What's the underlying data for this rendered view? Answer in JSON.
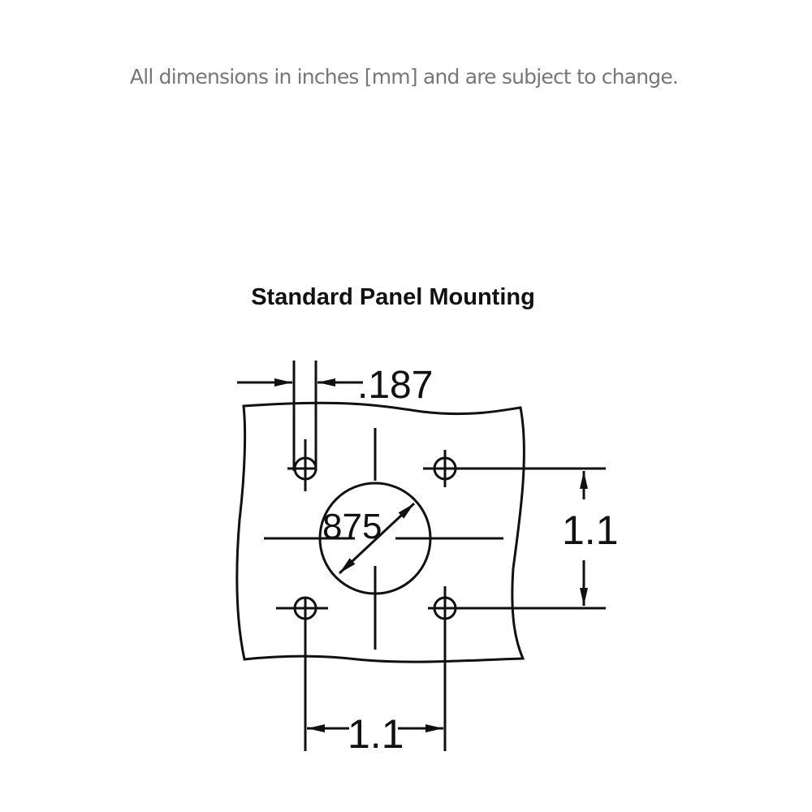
{
  "note": "All dimensions in inches [mm] and are subject to change.",
  "title": "Standard Panel Mounting",
  "drawing": {
    "slot_width_label": ".187",
    "center_hole_diameter_label": "875",
    "vertical_spacing_label": "1.1",
    "horizontal_spacing_label": "1.1",
    "line_color": "#111111"
  }
}
